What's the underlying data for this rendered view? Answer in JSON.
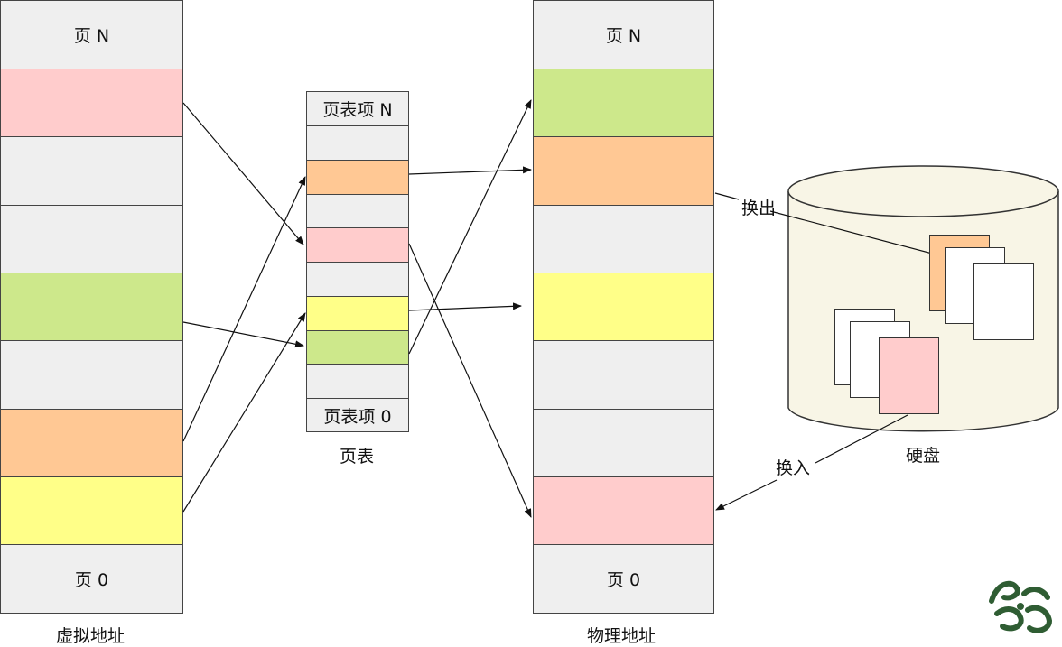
{
  "virtual": {
    "label": "虚拟地址",
    "top_label": "页 N",
    "bottom_label": "页 0",
    "cells": [
      "gray",
      "pink",
      "gray",
      "gray",
      "green",
      "gray",
      "orange",
      "yellow",
      "gray"
    ]
  },
  "page_table": {
    "label": "页表",
    "top_label": "页表项 N",
    "bottom_label": "页表项 0",
    "cells": [
      "gray",
      "gray",
      "orange",
      "gray",
      "pink",
      "gray",
      "yellow",
      "green",
      "gray",
      "gray"
    ]
  },
  "physical": {
    "label": "物理地址",
    "top_label": "页 N",
    "bottom_label": "页 0",
    "cells": [
      "gray",
      "green",
      "orange",
      "gray",
      "yellow",
      "gray",
      "gray",
      "pink",
      "gray"
    ]
  },
  "disk": {
    "label": "硬盘",
    "swap_out_label": "换出",
    "swap_in_label": "换入"
  },
  "colors": {
    "gray": "#efefef",
    "pink": "#ffcccc",
    "green": "#cde88b",
    "orange": "#ffc894",
    "yellow": "#ffff88",
    "disk_fill": "#f8f5e6"
  },
  "stamp_icon": "dragon-calligraphy-stamp"
}
